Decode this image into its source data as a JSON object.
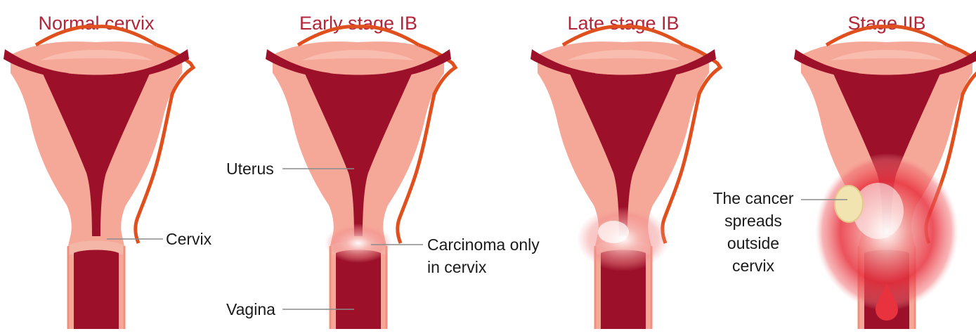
{
  "panels": [
    {
      "title": "Normal cervix"
    },
    {
      "title": "Early stage IB"
    },
    {
      "title": "Late stage IB"
    },
    {
      "title": "Stage IIB"
    }
  ],
  "labels": {
    "cervix": "Cervix",
    "uterus": "Uterus",
    "vagina": "Vagina",
    "carcinoma_line1": "Carcinoma only",
    "carcinoma_line2": "in cervix",
    "spread_line1": "The cancer",
    "spread_line2": "spreads",
    "spread_line3": "outside",
    "spread_line4": "cervix"
  },
  "colors": {
    "tissue": "#f6a898",
    "cavity": "#9c1029",
    "outline": "#e0501f",
    "title": "#b3263a",
    "tumor_glow": "#e8333f",
    "tumor_mass": "#f1e4b0"
  }
}
